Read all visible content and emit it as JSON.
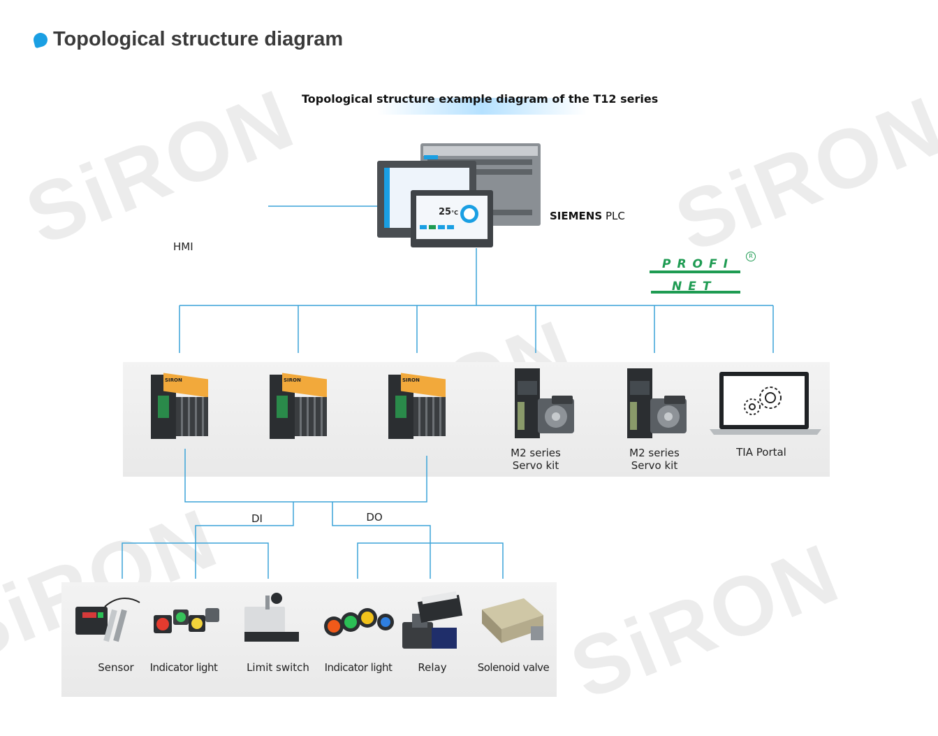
{
  "heading": {
    "title": "Topological structure diagram"
  },
  "diagram": {
    "subtitle": "Topological structure example diagram of the T12 series",
    "hmi_label": "HMI",
    "plc_label_bold": "SIEMENS",
    "plc_label_rest": " PLC",
    "profinet_top": "PROFI",
    "profinet_bottom": "NET",
    "profinet_reg": "R",
    "io_module_brand": "SIRON",
    "servo_label_1": "M2 series",
    "servo_label_2": "Servo kit",
    "tia_label": "TIA Portal",
    "hmi_temp": "25",
    "hmi_unit": "°C",
    "di_label": "DI",
    "do_label": "DO",
    "devices": [
      "Sensor",
      "Indicator light",
      "Limit switch",
      "Indicator light",
      "Relay",
      "Solenoid valve"
    ]
  },
  "watermark": {
    "text": "SiRON"
  },
  "colors": {
    "line": "#3ba3d8",
    "accent": "#1a9fe3",
    "profinet": "#1e9b52",
    "module_orange": "#f2a93b"
  }
}
